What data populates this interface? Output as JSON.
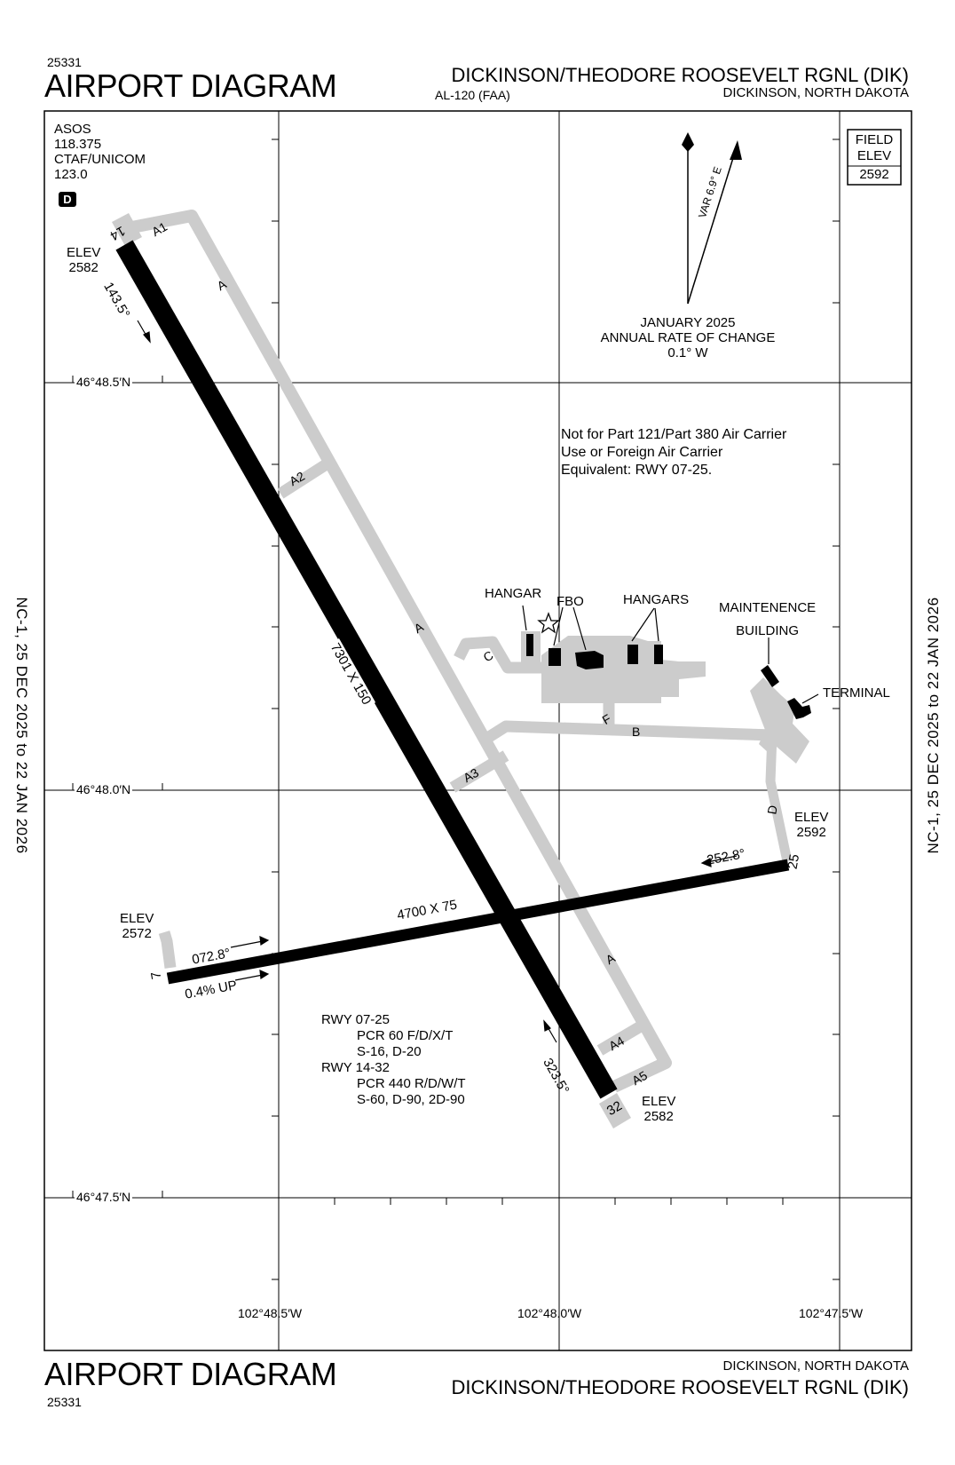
{
  "header": {
    "chart_number": "25331",
    "title": "AIRPORT DIAGRAM",
    "chart_code": "AL-120 (FAA)",
    "airport_name": "DICKINSON/THEODORE ROOSEVELT RGNL (DIK)",
    "city_state": "DICKINSON, NORTH DAKOTA"
  },
  "footer": {
    "chart_number": "25331",
    "title": "AIRPORT DIAGRAM",
    "airport_name": "DICKINSON/THEODORE ROOSEVELT RGNL (DIK)",
    "city_state": "DICKINSON, NORTH DAKOTA"
  },
  "side_labels": {
    "left": "NC-1,  25 DEC 2025  to  22 JAN 2026",
    "right": "NC-1,  25 DEC 2025  to  22 JAN 2026"
  },
  "comms": {
    "asos_label": "ASOS",
    "asos_freq": "118.375",
    "ctaf_label": "CTAF/UNICOM",
    "ctaf_freq": "123.0",
    "badge": "D"
  },
  "field_elev": {
    "line1": "FIELD",
    "line2": "ELEV",
    "value": "2592"
  },
  "magnetic": {
    "variation": "VAR 6.9° E",
    "date": "JANUARY 2025",
    "rate_label": "ANNUAL RATE OF CHANGE",
    "rate": "0.1° W"
  },
  "notice": {
    "line1": "Not for Part 121/Part 380 Air Carrier",
    "line2": "Use or Foreign Air Carrier",
    "line3": "Equivalent: RWY 07-25."
  },
  "coordinates": {
    "lat1": "46°48.5′N",
    "lat2": "46°48.0′N",
    "lat3": "46°47.5′N",
    "lon1": "102°48.5′W",
    "lon2": "102°48.0′W",
    "lon3": "102°47.5′W"
  },
  "runways": {
    "rwy14": "14",
    "rwy32": "32",
    "rwy7": "7",
    "rwy25": "25",
    "dims_14_32": "7301 X 150",
    "dims_07_25": "4700 X 75",
    "hdg_143": "143.5°",
    "hdg_323": "323.5°",
    "hdg_072": "072.8°",
    "hdg_252": "252.8°",
    "gradient": "0.4% UP"
  },
  "elevations": {
    "label": "ELEV",
    "rwy14": "2582",
    "rwy32": "2582",
    "rwy7": "2572",
    "rwy25": "2592"
  },
  "taxiways": {
    "a": "A",
    "a1": "A1",
    "a2": "A2",
    "a3": "A3",
    "a4": "A4",
    "a5": "A5",
    "b": "B",
    "c": "C",
    "d": "D",
    "f": "F"
  },
  "buildings": {
    "hangar": "HANGAR",
    "fbo": "FBO",
    "hangars": "HANGARS",
    "maint1": "MAINTENENCE",
    "maint2": "BUILDING",
    "terminal": "TERMINAL"
  },
  "pcr": {
    "rwy1": "RWY 07-25",
    "rwy1_pcr": "PCR 60 F/D/X/T",
    "rwy1_gear": "S-16, D-20",
    "rwy2": "RWY 14-32",
    "rwy2_pcr": "PCR 440 R/D/W/T",
    "rwy2_gear": "S-60, D-90, 2D-90"
  },
  "colors": {
    "taxiway": "#cccccc",
    "runway": "#000000",
    "frame": "#000000"
  }
}
